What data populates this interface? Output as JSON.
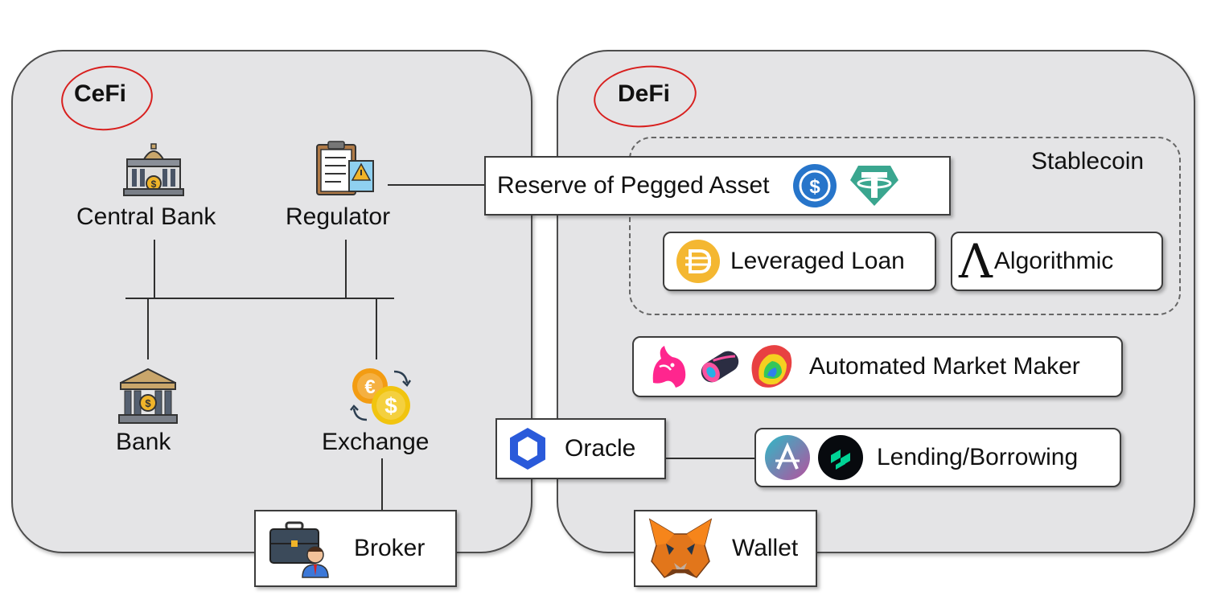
{
  "cefi": {
    "title": "CeFi",
    "nodes": {
      "central_bank": "Central Bank",
      "regulator": "Regulator",
      "bank": "Bank",
      "exchange": "Exchange",
      "broker": "Broker"
    }
  },
  "defi": {
    "title": "DeFi",
    "stablecoin": {
      "group_label": "Stablecoin",
      "reserve": "Reserve of Pegged Asset",
      "leveraged_loan": "Leveraged Loan",
      "algorithmic": "Algorithmic",
      "algorithmic_symbol": "Λ"
    },
    "amm": "Automated Market Maker",
    "oracle": "Oracle",
    "lending": "Lending/Borrowing",
    "wallet": "Wallet"
  },
  "colors": {
    "panel": "#e4e4e6",
    "annotation_circle": "#d8201f",
    "usdc": "#2775ca",
    "tether": "#3aa68f",
    "dai": "#f4b731",
    "chainlink": "#2a5ada",
    "compound": "#00d395"
  }
}
